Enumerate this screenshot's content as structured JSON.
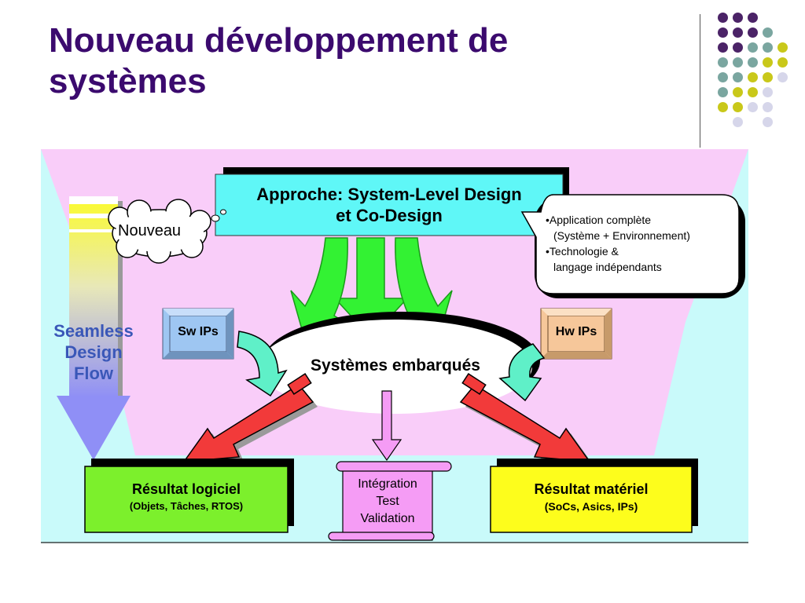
{
  "slide": {
    "title_line1": "Nouveau développement de",
    "title_line2": "systèmes",
    "title_color": "#3b0a6e"
  },
  "decoration": {
    "dot_colors": {
      "purple": "#4b2367",
      "teal": "#7aa6a0",
      "olive": "#c9c81a",
      "lilac": "#d6d6ea"
    }
  },
  "diagram": {
    "approach_line1": "Approche: System-Level Design",
    "approach_line2": "et Co-Design",
    "nouveau": "Nouveau",
    "callout": {
      "line1": "•Application complète",
      "line2": "(Système + Environnement)",
      "line3": "•Technologie &",
      "line4": "langage indépendants"
    },
    "flow_line1": "Seamless",
    "flow_line2": "Design",
    "flow_line3": "Flow",
    "sw_ips": "Sw IPs",
    "hw_ips": "Hw IPs",
    "embedded": "Systèmes embarqués",
    "software_result": {
      "title": "Résultat logiciel",
      "detail": "(Objets, Tâches, RTOS)"
    },
    "integration": {
      "line1": "Intégration",
      "line2": "Test",
      "line3": "Validation"
    },
    "hardware_result": {
      "title": "Résultat matériel",
      "detail": "(SoCs, Asics, IPs)"
    },
    "colors": {
      "approach_box": "#5ff7f7",
      "sw_box": "#9ec6f2",
      "hw_box": "#f6c79a",
      "software_box": "#7cf02c",
      "hardware_box": "#fdfd1c",
      "integration_scroll": "#f59cf5",
      "green_arrows": "#33f233",
      "red_arrows": "#f23a3a",
      "flow_text": "#3a57b8"
    }
  }
}
